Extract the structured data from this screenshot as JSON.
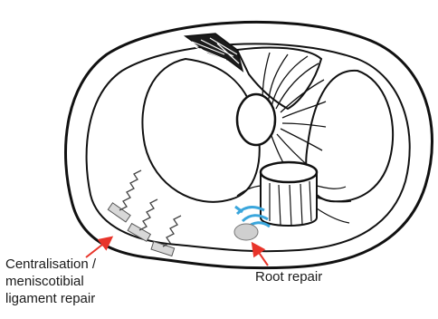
{
  "labels": {
    "centralisation_line1": "Centralisation /",
    "centralisation_line2": "meniscotibial",
    "centralisation_line3": "ligament repair",
    "root_repair": "Root repair"
  },
  "colors": {
    "outline": "#111111",
    "arrow": "#e8342a",
    "suture_blue": "#3aa6dc",
    "anchor_grey": "#cfcfcf",
    "background": "#ffffff"
  }
}
